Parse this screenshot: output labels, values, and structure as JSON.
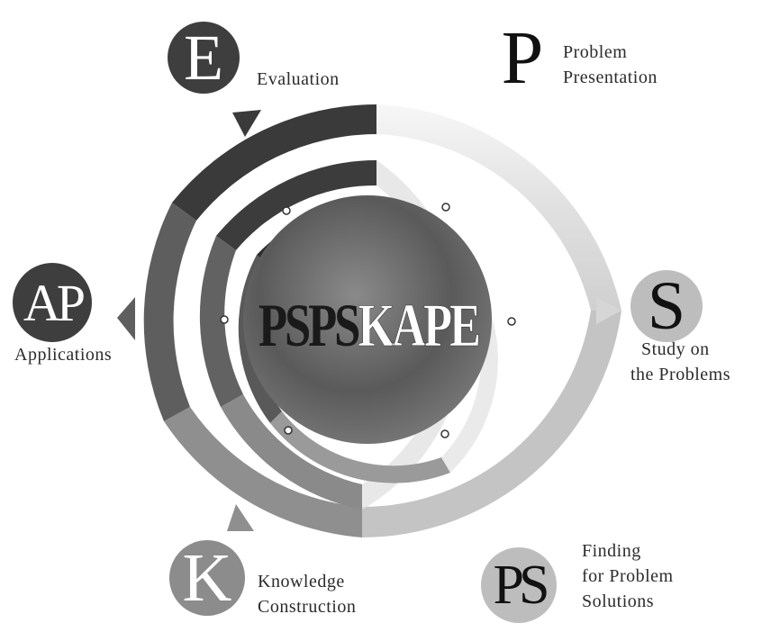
{
  "center": {
    "part1": "PSPS",
    "part2": "KAPE"
  },
  "stages": {
    "evaluation": {
      "letter": "E",
      "line1": "Evaluation",
      "line2": ""
    },
    "problem": {
      "letter": "P",
      "line1": "Problem",
      "line2": "Presentation"
    },
    "study": {
      "letter": "S",
      "line1": "Study on",
      "line2": "the Problems"
    },
    "finding": {
      "letter": "PS",
      "line1": "Finding",
      "line2": "for Problem",
      "line3": "Solutions"
    },
    "knowledge": {
      "letter": "K",
      "line1": "Knowledge",
      "line2": "Construction"
    },
    "applications": {
      "letter": "AP",
      "line1": "Applications",
      "line2": ""
    }
  },
  "colors": {
    "dark_ring": "#3a3a3a",
    "mid_ring": "#6e6e6e",
    "light_ring": "#b8b8b8",
    "pale_ring": "#dedede",
    "center_disc": "#5a5a5a"
  }
}
